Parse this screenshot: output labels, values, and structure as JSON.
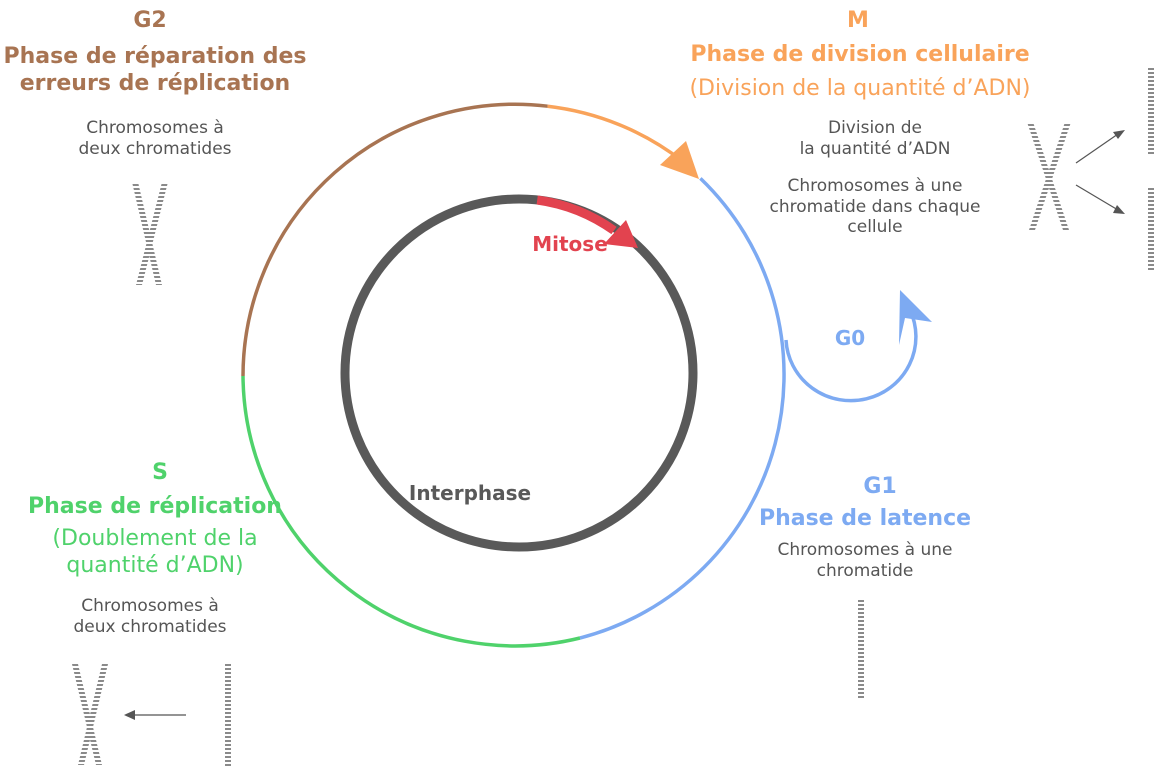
{
  "colors": {
    "g2": "#A87452",
    "m": "#F9A35A",
    "s": "#4FD26B",
    "g1": "#7DAAF2",
    "interphase": "#595959",
    "mitose": "#E2434F",
    "note": "#555555",
    "chromosome": "#8A8A8A"
  },
  "g2": {
    "letter": "G2",
    "name_line1": "Phase de réparation des",
    "name_line2": "erreurs de réplication",
    "desc_line1": "Chromosomes à",
    "desc_line2": "deux chromatides"
  },
  "m": {
    "letter": "M",
    "name": "Phase de division cellulaire",
    "paren": "(Division de la quantité d’ADN)",
    "desc1_line1": "Division de",
    "desc1_line2": "la quantité d’ADN",
    "desc2_line1": "Chromosomes à une",
    "desc2_line2": "chromatide dans chaque",
    "desc2_line3": "cellule"
  },
  "s": {
    "letter": "S",
    "name": "Phase de réplication",
    "paren_line1": "(Doublement de la",
    "paren_line2": "quantité d’ADN)",
    "desc_line1": "Chromosomes à",
    "desc_line2": "deux chromatides"
  },
  "g1": {
    "letter": "G1",
    "name": "Phase de latence",
    "desc_line1": "Chromosomes à une",
    "desc_line2": "chromatide"
  },
  "g0": {
    "label": "G0"
  },
  "interphase": {
    "label": "Interphase"
  },
  "mitose": {
    "label": "Mitose"
  }
}
